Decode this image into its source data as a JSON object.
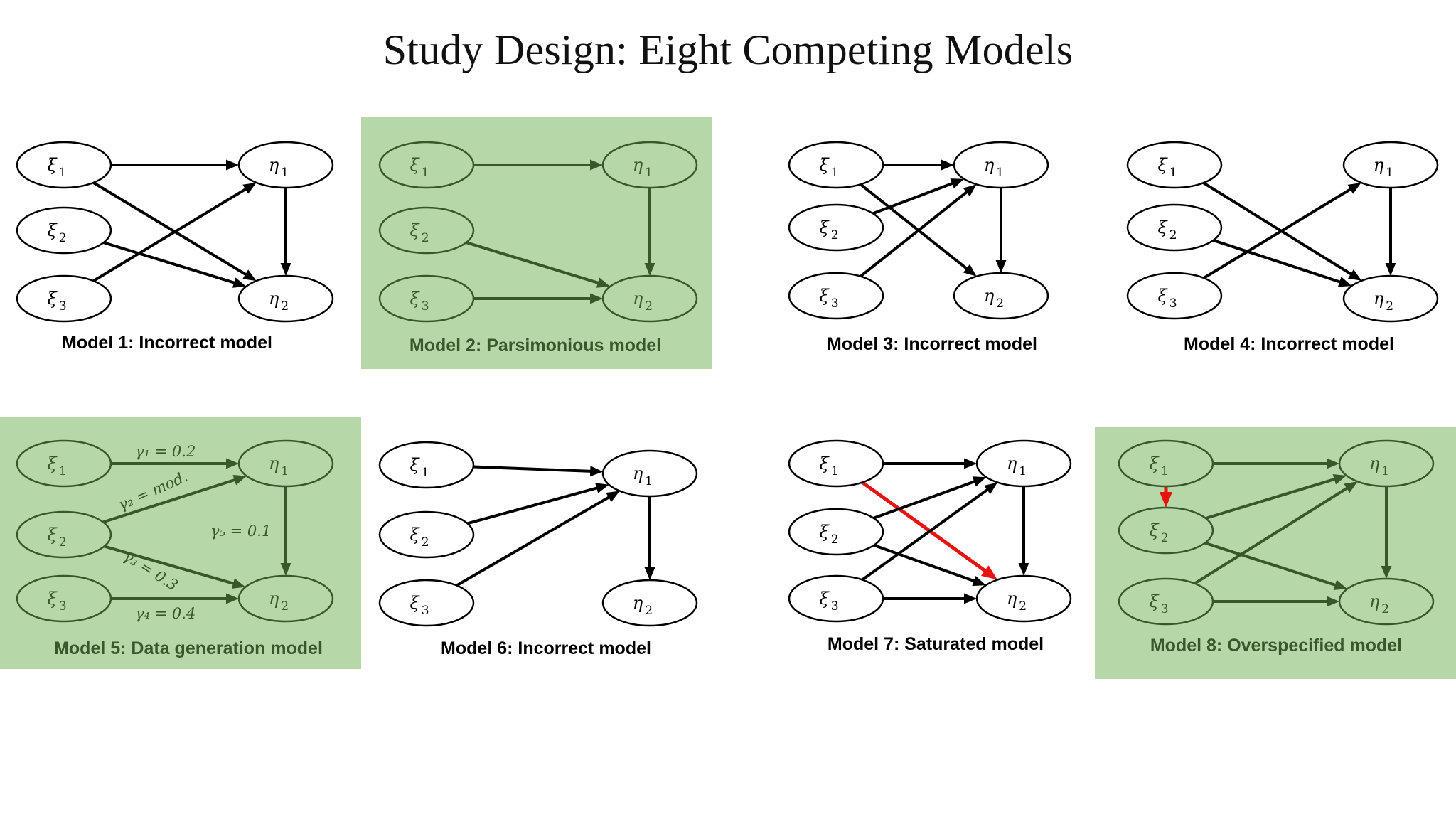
{
  "slide": {
    "title": "Study Design: Eight Competing Models"
  },
  "colors": {
    "highlight_fill": "#b6d7a8",
    "highlight_ink": "#38572b",
    "default_ink": "#000000",
    "red_path": "#e8130f"
  },
  "models": [
    {
      "id": 1,
      "caption": "Model 1: Incorrect model",
      "highlight": false,
      "edges": [
        [
          "xi1",
          "eta1"
        ],
        [
          "xi1",
          "eta2"
        ],
        [
          "xi2",
          "eta2"
        ],
        [
          "xi3",
          "eta1"
        ],
        [
          "eta1",
          "eta2"
        ]
      ]
    },
    {
      "id": 2,
      "caption": "Model 2: Parsimonious model",
      "highlight": true,
      "edges": [
        [
          "xi1",
          "eta1"
        ],
        [
          "xi2",
          "eta2"
        ],
        [
          "xi3",
          "eta2"
        ],
        [
          "eta1",
          "eta2"
        ]
      ]
    },
    {
      "id": 3,
      "caption": "Model 3: Incorrect model",
      "highlight": false,
      "edges": [
        [
          "xi1",
          "eta1"
        ],
        [
          "xi1",
          "eta2"
        ],
        [
          "xi2",
          "eta1"
        ],
        [
          "xi3",
          "eta1"
        ],
        [
          "eta1",
          "eta2"
        ]
      ]
    },
    {
      "id": 4,
      "caption": "Model 4: Incorrect model",
      "highlight": false,
      "edges": [
        [
          "xi1",
          "eta2"
        ],
        [
          "xi2",
          "eta2"
        ],
        [
          "xi3",
          "eta1"
        ],
        [
          "eta1",
          "eta2"
        ]
      ]
    },
    {
      "id": 5,
      "caption": "Model 5: Data generation model",
      "highlight": true,
      "edges": [
        [
          "xi1",
          "eta1"
        ],
        [
          "xi2",
          "eta1"
        ],
        [
          "xi2",
          "eta2"
        ],
        [
          "xi3",
          "eta2"
        ],
        [
          "eta1",
          "eta2"
        ]
      ],
      "coefficients": {
        "g1": "γ₁ = 0.2",
        "g2": "γ₂ = mod.",
        "g3": "γ₃ = 0.3",
        "g4": "γ₄ = 0.4",
        "g5": "γ₅ = 0.1"
      }
    },
    {
      "id": 6,
      "caption": "Model 6: Incorrect model",
      "highlight": false,
      "edges": [
        [
          "xi1",
          "eta1"
        ],
        [
          "xi2",
          "eta1"
        ],
        [
          "xi3",
          "eta1"
        ],
        [
          "eta1",
          "eta2"
        ]
      ]
    },
    {
      "id": 7,
      "caption": "Model 7: Saturated model",
      "highlight": false,
      "edges": [
        [
          "xi1",
          "eta1"
        ],
        [
          "xi1",
          "eta2",
          "red"
        ],
        [
          "xi2",
          "eta1"
        ],
        [
          "xi2",
          "eta2"
        ],
        [
          "xi3",
          "eta1"
        ],
        [
          "xi3",
          "eta2"
        ],
        [
          "eta1",
          "eta2"
        ]
      ]
    },
    {
      "id": 8,
      "caption": "Model 8: Overspecified model",
      "highlight": true,
      "edges": [
        [
          "xi1",
          "eta1"
        ],
        [
          "xi1",
          "xi2",
          "red"
        ],
        [
          "xi2",
          "eta1"
        ],
        [
          "xi2",
          "eta2"
        ],
        [
          "xi3",
          "eta1"
        ],
        [
          "xi3",
          "eta2"
        ],
        [
          "eta1",
          "eta2"
        ]
      ]
    }
  ],
  "node_labels": {
    "xi1": [
      "ξ",
      "1"
    ],
    "xi2": [
      "ξ",
      "2"
    ],
    "xi3": [
      "ξ",
      "3"
    ],
    "eta1": [
      "η",
      "1"
    ],
    "eta2": [
      "η",
      "2"
    ]
  }
}
